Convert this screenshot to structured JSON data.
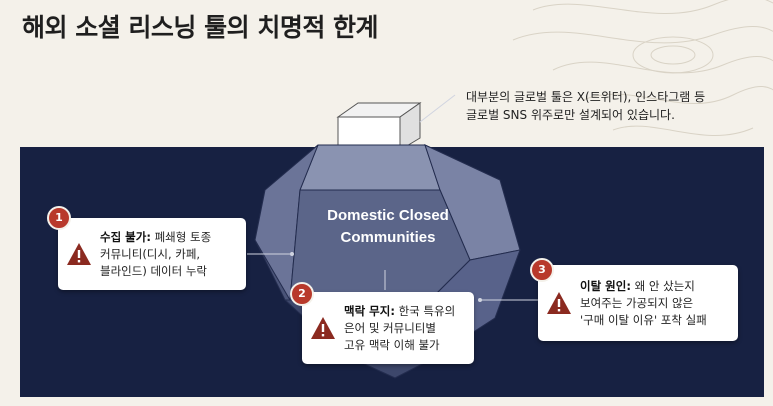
{
  "title": "해외 소셜 리스닝 툴의 치명적 한계",
  "iceberg": {
    "label_line1": "Domestic Closed",
    "label_line2": "Communities"
  },
  "top_callout": {
    "line1": "대부분의 글로벌 툴은 X(트위터), 인스타그램 등",
    "line2": "글로벌 SNS 위주로만 설계되어 있습니다."
  },
  "cards": [
    {
      "number": "1",
      "heading": "수집 불가:",
      "line1_rest": " 폐쇄형 토종",
      "line2": "커뮤니티(디시, 카페,",
      "line3": "블라인드) 데이터 누락"
    },
    {
      "number": "2",
      "heading": "맥락 무지:",
      "line1_rest": " 한국 특유의",
      "line2": "은어 및 커뮤니티별",
      "line3": "고유 맥락 이해 불가"
    },
    {
      "number": "3",
      "heading": "이탈 원인:",
      "line1_rest": " 왜 안 샀는지",
      "line2": "보여주는 가공되지 않은",
      "line3": "'구매 이탈 이유' 포착 실패"
    }
  ],
  "colors": {
    "water": "#172142",
    "badge": "#b8392b",
    "warning": "#8b2a20"
  }
}
